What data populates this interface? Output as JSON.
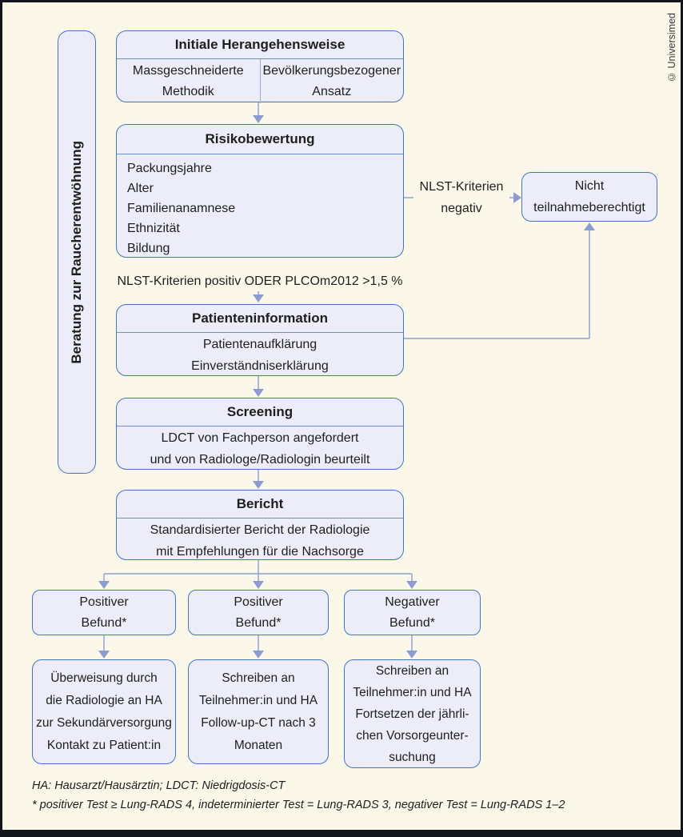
{
  "credit": "© Universimed",
  "colors": {
    "background": "#fbf8ea",
    "box_fill": "#ecedf8",
    "box_border": "#4576bf",
    "arrow": "#8d9cd0",
    "frame": "#14141c",
    "text": "#1e1e1e"
  },
  "side_box": {
    "label": "Beratung zur Raucherentwöhnung"
  },
  "flow": {
    "initial": {
      "title": "Initiale Herangehensweise",
      "cells": [
        [
          "Massgeschneiderte",
          "Methodik"
        ],
        [
          "Bevölkerungsbezogener",
          "Ansatz"
        ]
      ]
    },
    "risk": {
      "title": "Risikobewertung",
      "items": [
        "Packungsjahre",
        "Alter",
        "Familienanamnese",
        "Ethnizität",
        "Bildung"
      ]
    },
    "nlst_negative_label": [
      "NLST-Kriterien",
      "negativ"
    ],
    "not_eligible": [
      "Nicht",
      "teilnahmeberechtigt"
    ],
    "nlst_positive_label": "NLST-Kriterien positiv ODER PLCOm2012 >1,5 %",
    "patient_info": {
      "title": "Patienteninformation",
      "lines": [
        "Patientenaufklärung",
        "Einverständniserklärung"
      ]
    },
    "screening": {
      "title": "Screening",
      "lines": [
        "LDCT von Fachperson angefordert",
        "und von Radiologe/Radiologin beurteilt"
      ]
    },
    "report": {
      "title": "Bericht",
      "lines": [
        "Standardisierter Bericht der Radiologie",
        "mit Empfehlungen für die Nachsorge"
      ]
    },
    "outcomes": [
      {
        "label": [
          "Positiver",
          "Befund*"
        ],
        "action": [
          "Überweisung durch",
          "die Radiologie an HA",
          "zur Sekundärversorgung",
          "Kontakt zu Patient:in"
        ]
      },
      {
        "label": [
          "Positiver",
          "Befund*"
        ],
        "action": [
          "Schreiben an",
          "Teilnehmer:in und HA",
          "Follow-up-CT nach 3",
          "Monaten"
        ]
      },
      {
        "label": [
          "Negativer",
          "Befund*"
        ],
        "action": [
          "Schreiben an",
          "Teilnehmer:in und HA",
          "Fortsetzen der jährli-",
          "chen Vorsorgeunter-",
          "suchung"
        ]
      }
    ]
  },
  "footnotes": [
    "HA: Hausarzt/Hausärztin; LDCT: Niedrigdosis-CT",
    "* positiver Test ≥ Lung-RADS 4, indeterminierter Test = Lung-RADS 3, negativer Test = Lung-RADS 1–2"
  ]
}
